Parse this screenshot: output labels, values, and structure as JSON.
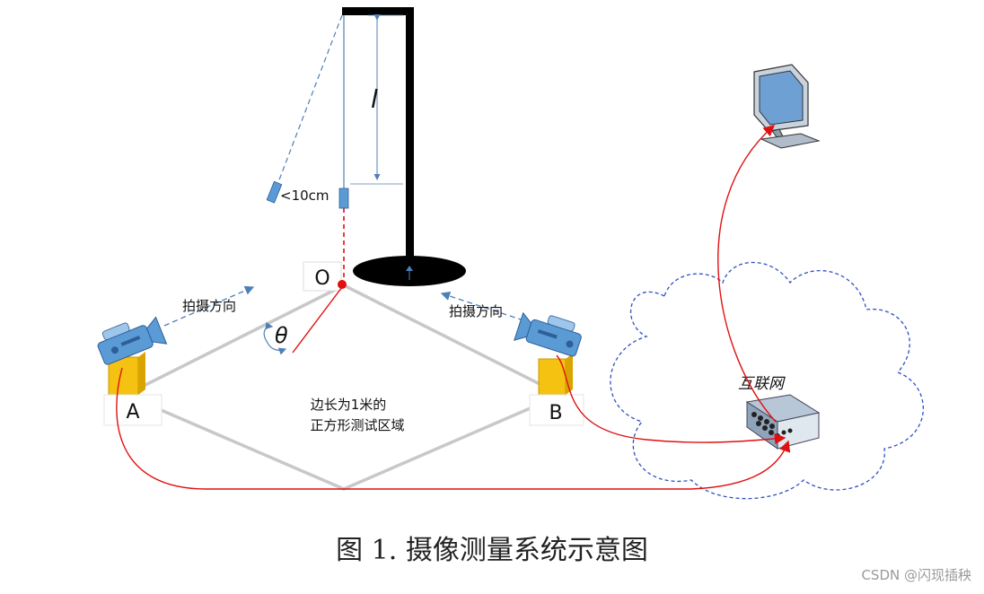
{
  "labels": {
    "length_symbol": "l",
    "offset_note": "<10cm",
    "origin": "O",
    "angle_symbol": "θ",
    "shoot_direction_left": "拍摄方向",
    "shoot_direction_right": "拍摄方向",
    "camera_a": "A",
    "camera_b": "B",
    "area_line1": "边长为1米的",
    "area_line2": "正方形测试区域",
    "internet": "互联网"
  },
  "caption": "图 1. 摄像测量系统示意图",
  "watermark": "CSDN @闪现插秧",
  "colors": {
    "frame": "#000000",
    "string": "#4f7fb8",
    "square": "#c8c8c8",
    "cable": "#e01010",
    "cloud": "#3050c0",
    "camera": "#5b9bd5",
    "stand": "#f5c211",
    "origin_dot": "#e01010"
  },
  "icons": [
    "pendulum-frame-icon",
    "camera-a-icon",
    "camera-b-icon",
    "network-switch-icon",
    "monitor-icon",
    "cloud-icon"
  ]
}
